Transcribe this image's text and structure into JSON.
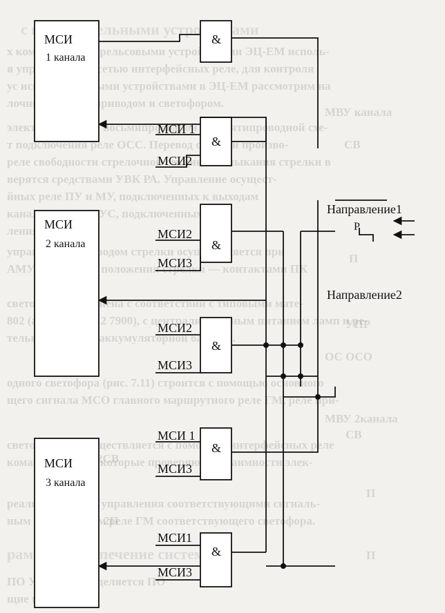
{
  "diagram": {
    "msi_blocks": [
      {
        "title": "МСИ",
        "channel": "1 канала"
      },
      {
        "title": "МСИ",
        "channel": "2 канала"
      },
      {
        "title": "МСИ",
        "channel": "3 канала"
      }
    ],
    "and_symbol": "&",
    "gate_inputs": [
      [
        "МСИ 1",
        "МСИ2"
      ],
      [
        "МСИ2",
        "МСИ3"
      ],
      [
        "МСИ 1",
        "МСИ3"
      ],
      [
        "МСИ1",
        "МСИ3"
      ]
    ],
    "direction1": "Направление1",
    "relay": "Р",
    "direction2": "Направление2"
  },
  "background_text": {
    "title": "с исполнительными устройствами",
    "lines": [
      "х компл. ВК РА с рельсовыми устройствами ЭЦ-ЕМ исполь-",
      "я управления — сетью интерфейсных реле, для контроля",
      "ус исполнительными устройствами в ЭЦ-ЕМ рассмотрим на",
      "лочным электроприводом и светофором.",
      "электроприводом восьмипроводной или пятипроводной схе-",
      "т подключения реле ОСС. Перевод стрелки произво-",
      "реле свободности стрелочной секции и замыкания стрелки в",
      "верятся средствами УВК РА. Управление осущест-",
      "йных реле ПУ и МУ, подключенных к выходам",
      "каналы ОСС и ПУС, подключенным к",
      "ления УВК.",
      "управления переводом стрелки осуществляется при",
      "АМУ, а контроль положения стрелки — контактами ПК",
      "светофора выполнена с соответствии с типовыми мате-",
      "802 (альбом НП-12 7900), с централизованным питанием ламп и ре-",
      "тельного огня от аккумуляторной батареи.",
      "одного светофора (рис. 7.11) строится с помощью основного",
      "щего сигнала МСО главного маршрутного реле ГМ, реле при-",
      "светофорами осуществляется с помощью интерфейсных реле",
      "командами УВК, которые проверяются взаимности элек-",
      "реализованы для управления соответствующими сигналь-",
      "ным маршрутным реле ГМ соответствующего светофора.",
      "мное обеспечение системы",
      "ПО УВК РА определяется ПО",
      "щие компоненты"
    ],
    "title2": "раммное обеспечение системы",
    "margin": [
      "МВУ канала",
      "СВ",
      "П",
      "УПР",
      "ОС ОСО",
      "МВУ 2канала",
      "СВ",
      "2СВ",
      "П",
      "2П",
      "П"
    ]
  }
}
